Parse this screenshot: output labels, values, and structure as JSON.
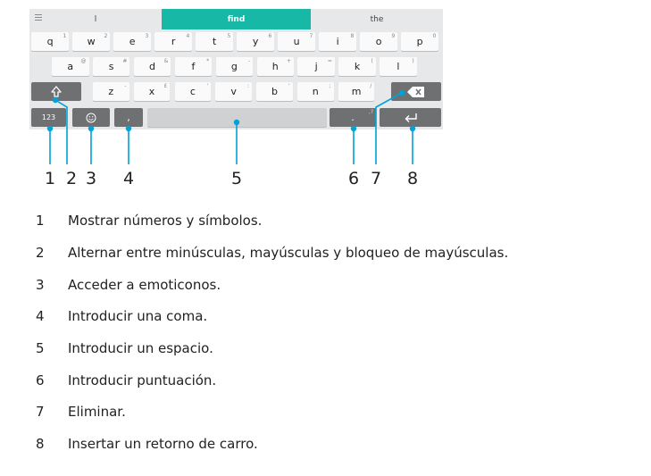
{
  "suggestions": [
    "l",
    "find",
    "the"
  ],
  "rows": {
    "row1": [
      [
        "q",
        "1"
      ],
      [
        "w",
        "2"
      ],
      [
        "e",
        "3"
      ],
      [
        "r",
        "4"
      ],
      [
        "t",
        "5"
      ],
      [
        "y",
        "6"
      ],
      [
        "u",
        "7"
      ],
      [
        "i",
        "8"
      ],
      [
        "o",
        "9"
      ],
      [
        "p",
        "0"
      ]
    ],
    "row2": [
      [
        "a",
        "@"
      ],
      [
        "s",
        "#"
      ],
      [
        "d",
        "&"
      ],
      [
        "f",
        "*"
      ],
      [
        "g",
        "-"
      ],
      [
        "h",
        "+"
      ],
      [
        "j",
        "="
      ],
      [
        "k",
        "("
      ],
      [
        "l",
        ")"
      ]
    ],
    "row3": [
      [
        "z",
        "-"
      ],
      [
        "x",
        "£"
      ],
      [
        "c",
        "'"
      ],
      [
        "v",
        ":"
      ],
      [
        "b",
        "'"
      ],
      [
        "n",
        ";"
      ],
      [
        "m",
        "/"
      ]
    ]
  },
  "keys": {
    "numbers_label": "123",
    "comma_label": ",",
    "punct_label": ".",
    "punct_hint": ",?"
  },
  "callout_numbers": [
    "1",
    "2",
    "3",
    "4",
    "5",
    "6",
    "7",
    "8"
  ],
  "legend": [
    {
      "num": "1",
      "text": "Mostrar números y símbolos."
    },
    {
      "num": "2",
      "text": "Alternar entre minúsculas, mayúsculas y bloqueo de mayúsculas."
    },
    {
      "num": "3",
      "text": "Acceder a emoticonos."
    },
    {
      "num": "4",
      "text": "Introducir una coma."
    },
    {
      "num": "5",
      "text": "Introducir un espacio."
    },
    {
      "num": "6",
      "text": "Introducir puntuación."
    },
    {
      "num": "7",
      "text": "Eliminar."
    },
    {
      "num": "8",
      "text": "Insertar un retorno de carro."
    }
  ],
  "colors": {
    "accent": "#17b8a6",
    "callout": "#00a2d8",
    "dark_key": "#6e7072"
  }
}
